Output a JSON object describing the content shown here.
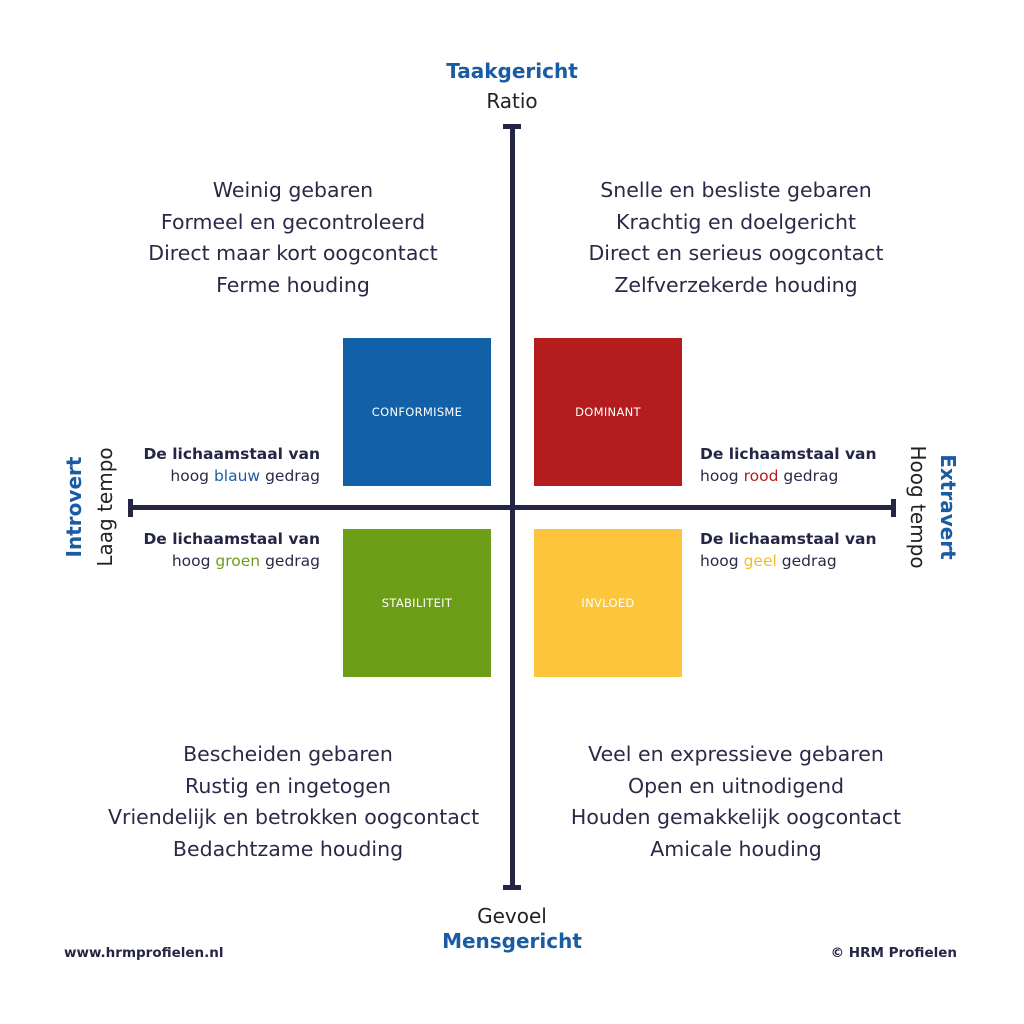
{
  "axes": {
    "top": {
      "title": "Taakgericht",
      "subtitle": "Ratio"
    },
    "bottom": {
      "title": "Mensgericht",
      "subtitle": "Gevoel"
    },
    "left": {
      "title": "Introvert",
      "subtitle": "Laag tempo"
    },
    "right": {
      "title": "Extravert",
      "subtitle": "Hoog tempo"
    }
  },
  "quadrant_traits": {
    "top_left": [
      "Weinig gebaren",
      "Formeel en gecontroleerd",
      "Direct maar kort oogcontact",
      "Ferme houding"
    ],
    "top_right": [
      "Snelle en besliste gebaren",
      "Krachtig en doelgericht",
      "Direct en serieus oogcontact",
      "Zelfverzekerde houding"
    ],
    "bottom_left": [
      "Bescheiden gebaren",
      "Rustig en ingetogen",
      "Vriendelijk en betrokken oogcontact",
      "Bedachtzame houding"
    ],
    "bottom_right": [
      "Veel en expressieve gebaren",
      "Open en uitnodigend",
      "Houden gemakkelijk oogcontact",
      "Amicale houding"
    ]
  },
  "boxes": {
    "conformisme": {
      "label": "CONFORMISME",
      "color": "#1160a8"
    },
    "dominant": {
      "label": "DOMINANT",
      "color": "#b41c1e"
    },
    "stabiliteit": {
      "label": "STABILITEIT",
      "color": "#6d9e18"
    },
    "invloed": {
      "label": "INVLOED",
      "color": "#fcc53c"
    }
  },
  "captions": {
    "line1": "De lichaamstaal van",
    "prefix": "hoog",
    "suffix": "gedrag",
    "blue": {
      "word": "blauw",
      "color": "#1a5ca3"
    },
    "red": {
      "word": "rood",
      "color": "#b41c1e"
    },
    "green": {
      "word": "groen",
      "color": "#6d9e18"
    },
    "yellow": {
      "word": "geel",
      "color": "#f2bd2a"
    }
  },
  "footer": {
    "website": "www.hrmprofielen.nl",
    "copyright": "© HRM Profielen"
  }
}
